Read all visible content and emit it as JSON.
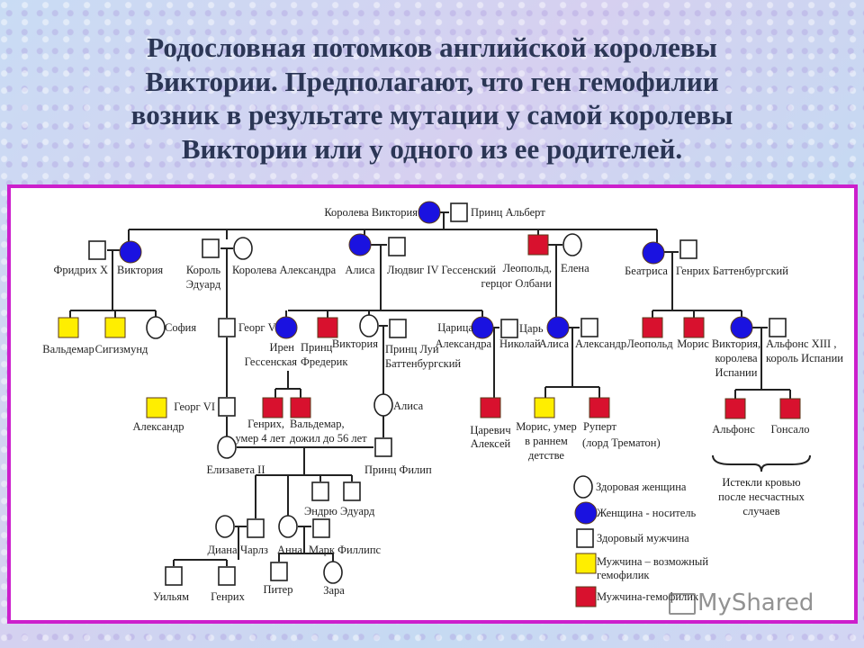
{
  "title": {
    "lines": [
      "Родословная потомков английской королевы",
      "Виктории. Предполагают, что ген гемофилии",
      "возник в результате мутации у самой королевы",
      "Виктории или у одного из ее родителей."
    ]
  },
  "colors": {
    "healthy": "#ffffff",
    "carrier": "#1a12e0",
    "possible": "#ffee00",
    "hemophiliac": "#d8112e"
  },
  "people": {
    "victoria": {
      "label": [
        "Королева Виктория"
      ],
      "sex": "f",
      "status": "carrier"
    },
    "albert": {
      "label": [
        "Принц Альберт"
      ],
      "sex": "m",
      "status": "healthy"
    },
    "friedrich": {
      "label": [
        "Фридрих X"
      ],
      "sex": "m",
      "status": "healthy"
    },
    "victoria2": {
      "label": [
        "Виктория"
      ],
      "sex": "f",
      "status": "carrier"
    },
    "edward": {
      "label": [
        "Король",
        "Эдуард"
      ],
      "sex": "m",
      "status": "healthy"
    },
    "alexandra": {
      "label": [
        "Королева Александра"
      ],
      "sex": "f",
      "status": "healthy"
    },
    "alice": {
      "label": [
        "Алиса"
      ],
      "sex": "f",
      "status": "carrier"
    },
    "ludwig": {
      "label": [
        "Людвиг IV Гессенский"
      ],
      "sex": "m",
      "status": "healthy"
    },
    "leopold": {
      "label": [
        "Леопольд,",
        "герцог Олбани"
      ],
      "sex": "m",
      "status": "hemophiliac"
    },
    "helena": {
      "label": [
        "Елена"
      ],
      "sex": "f",
      "status": "healthy"
    },
    "beatrice": {
      "label": [
        "Беатриса"
      ],
      "sex": "f",
      "status": "carrier"
    },
    "henry_b": {
      "label": [
        "Генрих Баттенбургский"
      ],
      "sex": "m",
      "status": "healthy"
    },
    "waldemar": {
      "label": [
        "Вальдемар"
      ],
      "sex": "m",
      "status": "possible"
    },
    "sigismund": {
      "label": [
        "Сигизмунд"
      ],
      "sex": "m",
      "status": "possible"
    },
    "sophia": {
      "label": [
        "София"
      ],
      "sex": "f",
      "status": "healthy"
    },
    "george5": {
      "label": [
        "Георг V"
      ],
      "sex": "m",
      "status": "healthy"
    },
    "irene": {
      "label": [
        "Ирен",
        "Гессенская"
      ],
      "sex": "f",
      "status": "carrier"
    },
    "frederick": {
      "label": [
        "Принц",
        "Фредерик"
      ],
      "sex": "m",
      "status": "hemophiliac"
    },
    "victoria3": {
      "label": [
        "Виктория"
      ],
      "sex": "f",
      "status": "healthy"
    },
    "louis": {
      "label": [
        "Принц Луи",
        "Баттенбургский"
      ],
      "sex": "m",
      "status": "healthy"
    },
    "tsarina": {
      "label": [
        "Царица",
        "Александра"
      ],
      "sex": "f",
      "status": "carrier"
    },
    "nicholas": {
      "label": [
        "Царь",
        "Николай"
      ],
      "sex": "m",
      "status": "healthy"
    },
    "alice2": {
      "label": [
        "Алиса"
      ],
      "sex": "f",
      "status": "carrier"
    },
    "alexander_a": {
      "label": [
        "Александр"
      ],
      "sex": "m",
      "status": "healthy"
    },
    "leopold2": {
      "label": [
        "Леопольд"
      ],
      "sex": "m",
      "status": "hemophiliac"
    },
    "maurice": {
      "label": [
        "Морис"
      ],
      "sex": "m",
      "status": "hemophiliac"
    },
    "victoria_es": {
      "label": [
        "Виктория,",
        "королева",
        "Испании"
      ],
      "sex": "f",
      "status": "carrier"
    },
    "alfonso13": {
      "label": [
        "Альфонс XIII ,",
        "король Испании"
      ],
      "sex": "m",
      "status": "healthy"
    },
    "alexander": {
      "label": [
        "Александр"
      ],
      "sex": "m",
      "status": "possible"
    },
    "george6": {
      "label": [
        "Георг VI"
      ],
      "sex": "m",
      "status": "healthy"
    },
    "henry": {
      "label": [
        "Генрих,",
        "умер 4 лет"
      ],
      "sex": "m",
      "status": "hemophiliac"
    },
    "waldemar2": {
      "label": [
        "Вальдемар,",
        "дожил до 56 лет"
      ],
      "sex": "m",
      "status": "hemophiliac"
    },
    "alice3": {
      "label": [
        "Алиса"
      ],
      "sex": "f",
      "status": "healthy"
    },
    "alexei": {
      "label": [
        "Царевич",
        "Алексей"
      ],
      "sex": "m",
      "status": "hemophiliac"
    },
    "maurice2": {
      "label": [
        "Морис, умер",
        "в раннем",
        "детстве"
      ],
      "sex": "m",
      "status": "possible"
    },
    "rupert": {
      "label": [
        "Руперт",
        "(лорд Трематон)"
      ],
      "sex": "m",
      "status": "hemophiliac"
    },
    "alfonso": {
      "label": [
        "Альфонс"
      ],
      "sex": "m",
      "status": "hemophiliac"
    },
    "gonzalo": {
      "label": [
        "Гонсало"
      ],
      "sex": "m",
      "status": "hemophiliac"
    },
    "elizabeth": {
      "label": [
        "Елизавета II"
      ],
      "sex": "f",
      "status": "healthy"
    },
    "philip": {
      "label": [
        "Принц Филип"
      ],
      "sex": "m",
      "status": "healthy"
    },
    "charles": {
      "label": [
        "Чарлз"
      ],
      "sex": "m",
      "status": "healthy"
    },
    "anne": {
      "label": [
        "Анна"
      ],
      "sex": "f",
      "status": "healthy"
    },
    "andrew": {
      "label": [
        "Эндрю"
      ],
      "sex": "m",
      "status": "healthy"
    },
    "edward2": {
      "label": [
        "Эдуард"
      ],
      "sex": "m",
      "status": "healthy"
    },
    "diana": {
      "label": [
        "Диана"
      ],
      "sex": "f",
      "status": "healthy"
    },
    "mark": {
      "label": [
        "Марк Филлипс"
      ],
      "sex": "m",
      "status": "healthy"
    },
    "william": {
      "label": [
        "Уильям"
      ],
      "sex": "m",
      "status": "healthy"
    },
    "harry": {
      "label": [
        "Генрих"
      ],
      "sex": "m",
      "status": "healthy"
    },
    "peter": {
      "label": [
        "Питер"
      ],
      "sex": "m",
      "status": "healthy"
    },
    "zara": {
      "label": [
        "Зара"
      ],
      "sex": "f",
      "status": "healthy"
    }
  },
  "note": [
    "Истекли кровью",
    "после несчастных",
    "случаев"
  ],
  "legend": [
    {
      "sex": "f",
      "status": "healthy",
      "label": [
        "Здоровая женщина"
      ]
    },
    {
      "sex": "f",
      "status": "carrier",
      "label": [
        "Женщина - носитель"
      ]
    },
    {
      "sex": "m",
      "status": "healthy",
      "label": [
        "Здоровый мужчина"
      ]
    },
    {
      "sex": "m",
      "status": "possible",
      "label": [
        "Мужчина – возможный",
        "гемофилик"
      ]
    },
    {
      "sex": "m",
      "status": "hemophiliac",
      "label": [
        "Мужчина-гемофилик"
      ]
    }
  ],
  "watermark": "MyShared"
}
